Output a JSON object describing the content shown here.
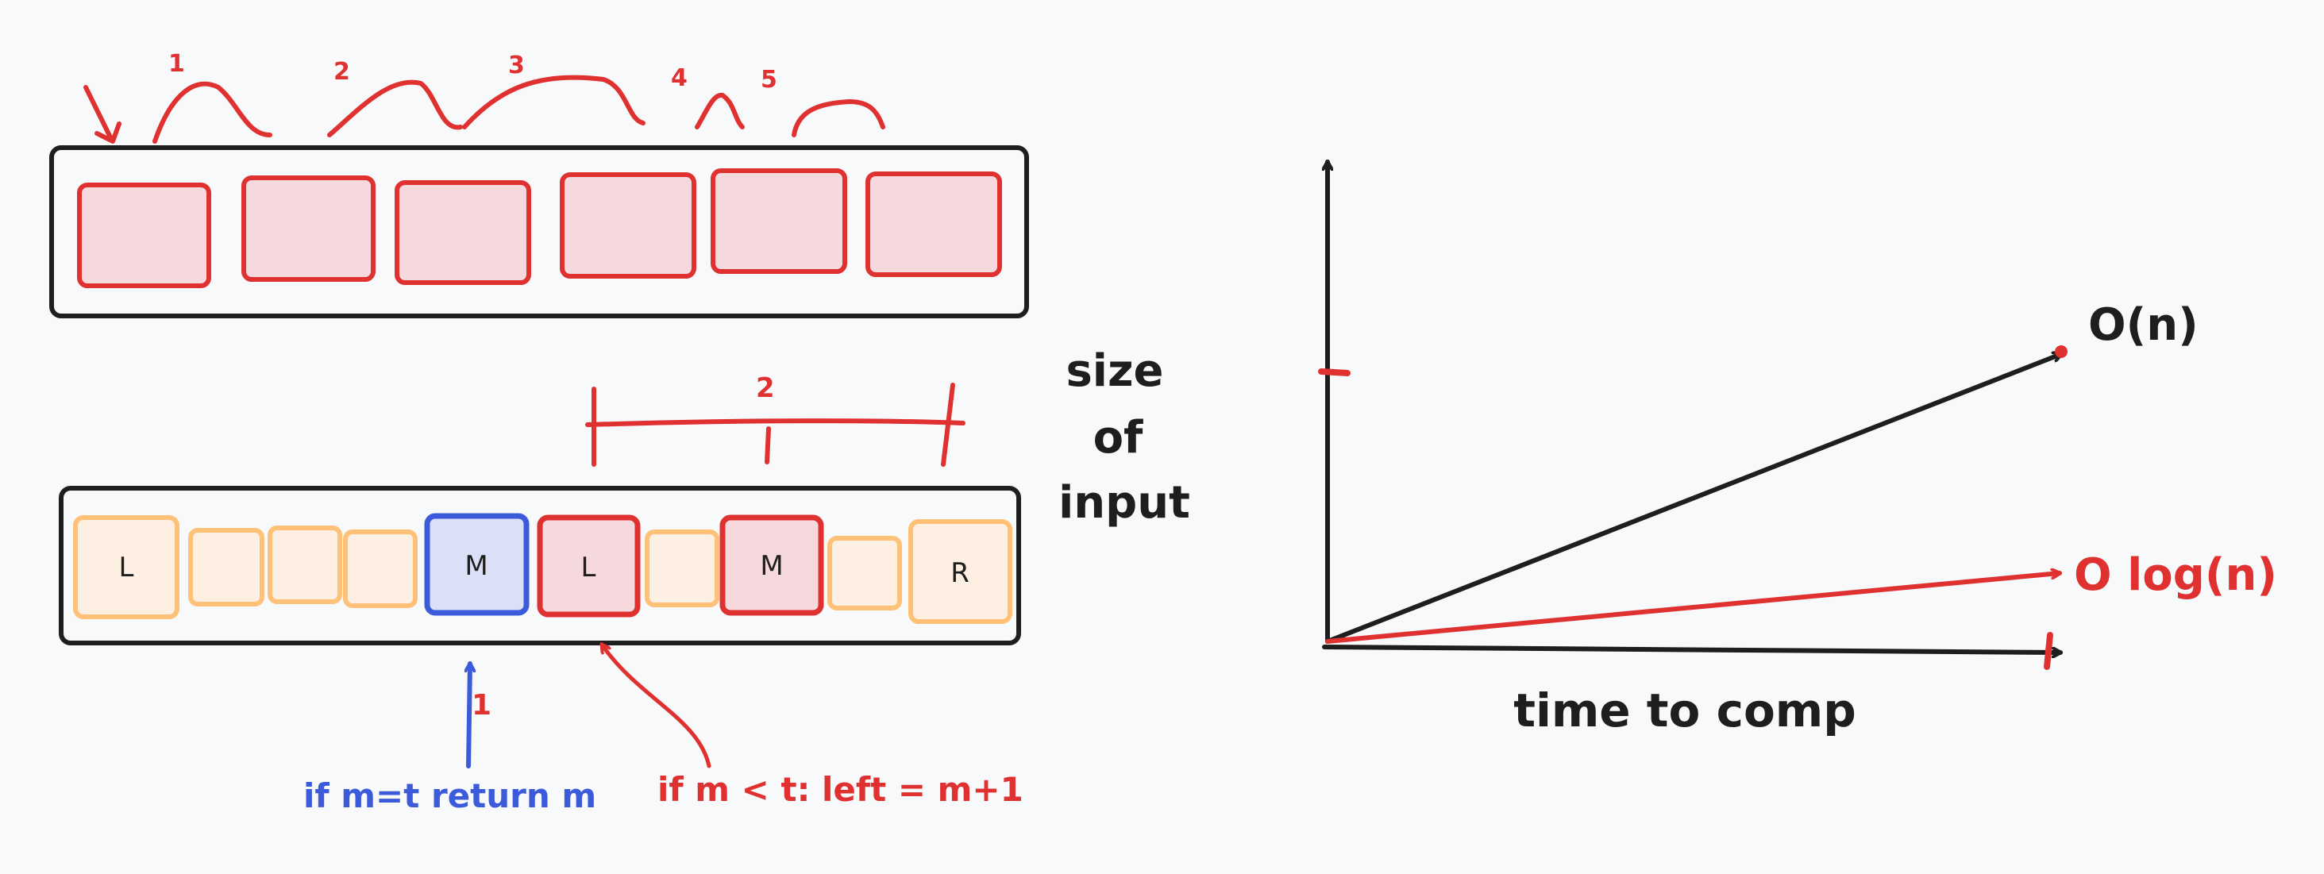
{
  "colors": {
    "ink": "#1e1e1e",
    "red": "#e03131",
    "blue": "#3b5bdb",
    "box_red_fill": "#f5d9dc",
    "box_orange_fill": "#fdf0e3",
    "box_orange_stroke": "#ffc078",
    "box_blue_fill": "#dbe0f7",
    "background": "#f8f9fb"
  },
  "linear_search": {
    "step_labels": [
      "1",
      "2",
      "3",
      "4",
      "5"
    ]
  },
  "binary_search": {
    "cells": [
      "L",
      "",
      "",
      "",
      "M",
      "L",
      "",
      "M",
      "",
      "R"
    ],
    "span_label": "2",
    "step_label": "1",
    "match_note": "if m=t return m",
    "less_note": "if m < t: left = m+1"
  },
  "side_label": [
    "size",
    "of",
    "input"
  ],
  "graph": {
    "xlabel": "time to comp",
    "lines": [
      {
        "label": "O(n)",
        "color": "#1e1e1e"
      },
      {
        "label": "O log(n)",
        "color": "#e03131"
      }
    ]
  }
}
